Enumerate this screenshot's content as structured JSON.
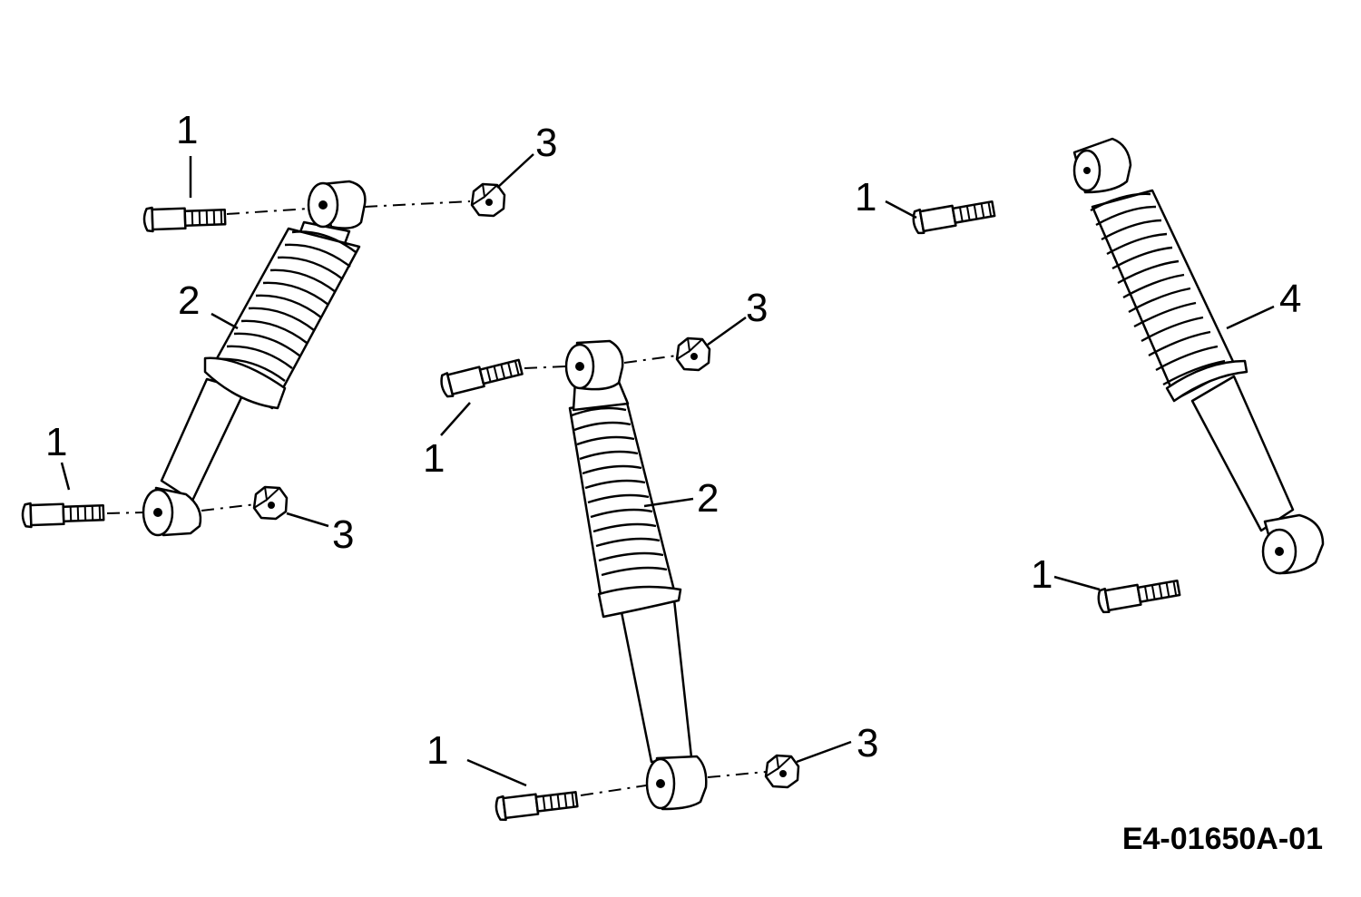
{
  "diagram": {
    "callouts": {
      "bolt": "1",
      "spring_shock": "2",
      "nut": "3",
      "bellows_shock": "4"
    },
    "drawing_code": "E4-01650A-01"
  }
}
